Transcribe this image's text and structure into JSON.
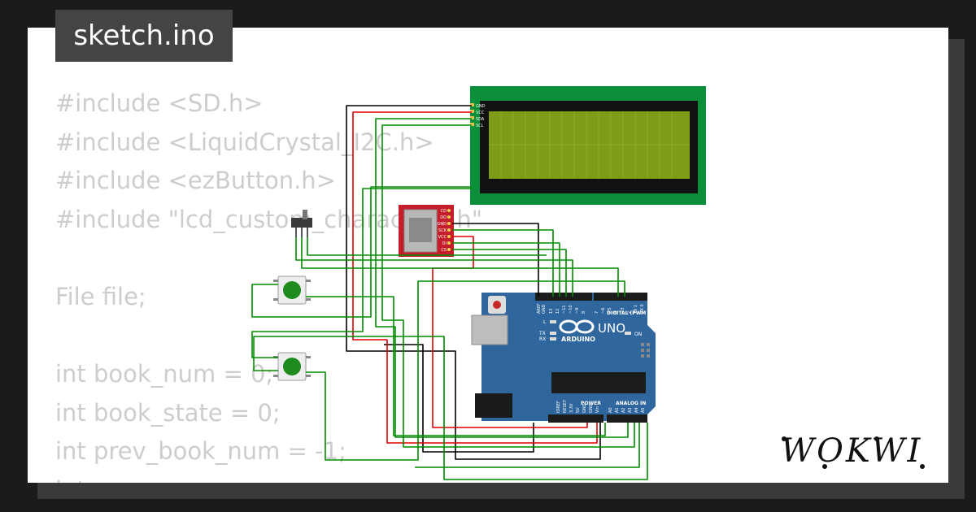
{
  "file_tab": {
    "name": "sketch.ino"
  },
  "code_lines": [
    "#include <SD.h>",
    "#include <LiquidCrystal_I2C.h>",
    "#include <ezButton.h>",
    "#include \"lcd_custom_characters.h\"",
    "",
    "File file;",
    "",
    "int book_num = 0;",
    "int book_state = 0;",
    "int prev_book_num = -1;",
    "int ..."
  ],
  "brand": {
    "name": "WOKWI"
  },
  "lcd": {
    "pins": [
      "GND",
      "VCC",
      "SDA",
      "SCL"
    ]
  },
  "sd_card": {
    "pins": [
      "CD",
      "DO",
      "GND",
      "SCK",
      "VCC",
      "DI",
      "CS"
    ]
  },
  "arduino": {
    "brand": "ARDUINO",
    "model": "UNO",
    "on_label": "ON",
    "l_label": "L",
    "tx_label": "TX",
    "rx_label": "RX",
    "digital_label": "DIGITAL (PWM ~)",
    "power_label": "POWER",
    "analog_label": "ANALOG IN",
    "digital_pins": [
      "AREF",
      "GND",
      "13",
      "12",
      "~11",
      "~10",
      "~9",
      "8",
      "7",
      "~6",
      "~5",
      "4",
      "~3",
      "2",
      "TX 1",
      "RX 0"
    ],
    "power_pins": [
      "IOREF",
      "RESET",
      "3.3V",
      "5V",
      "GND",
      "GND",
      "Vin"
    ],
    "analog_pins": [
      "A0",
      "A1",
      "A2",
      "A3",
      "A4",
      "A5"
    ]
  },
  "colors": {
    "background": "#1b1b1b",
    "card": "#ffffff",
    "tab": "#444444",
    "code_text": "#cdcdcd",
    "lcd_board": "#0c8f3a",
    "lcd_screen": "#7e9c17",
    "sd_board": "#c41e2c",
    "arduino_board": "#2f669e",
    "wire_black": "#000000",
    "wire_red": "#e00000",
    "wire_green": "#008c00",
    "button_cap": "#1e8b1e"
  }
}
